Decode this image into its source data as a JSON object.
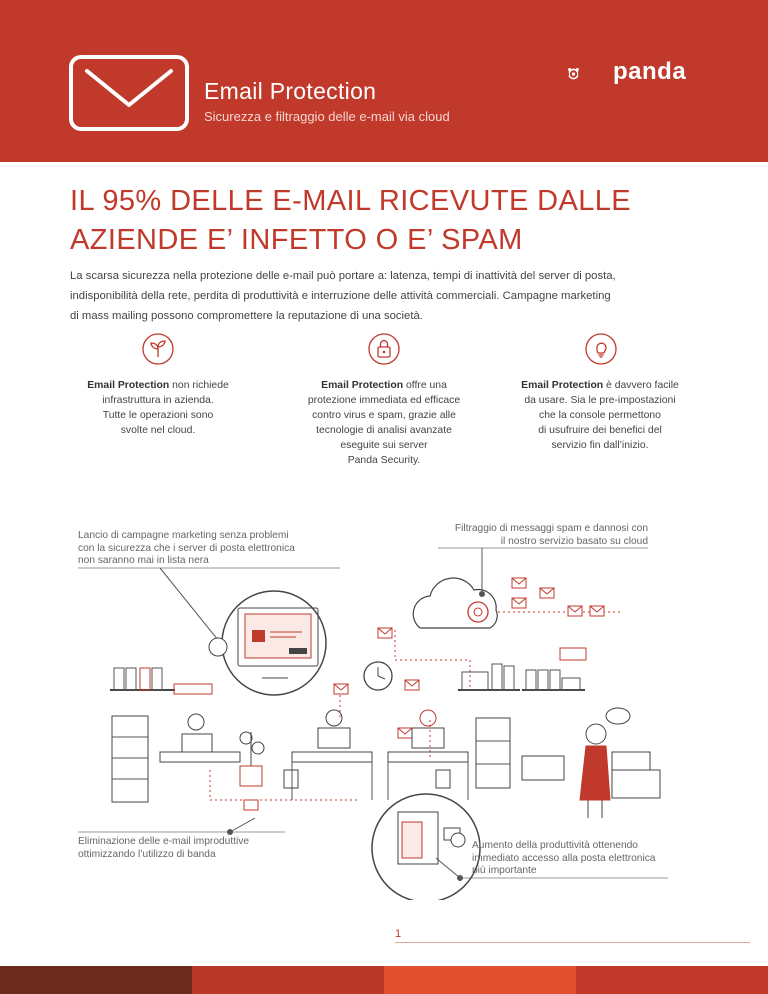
{
  "header": {
    "title": "Email Protection",
    "subtitle": "Sicurezza e filtraggio delle e-mail via cloud",
    "logo_text": "panda",
    "bg_color": "#c0392b"
  },
  "headline": {
    "line1": "IL 95% DELLE E-MAIL RICEVUTE DALLE",
    "line2": "AZIENDE E’ INFETTO O E’ SPAM"
  },
  "intro": {
    "line1": "La scarsa sicurezza nella protezione delle e-mail può portare a: latenza, tempi di inattività del server di posta,",
    "line2": "indisponibilità della rete, perdita di produttività e interruzione delle attività commerciali. Campagne marketing",
    "line3": "di mass mailing possono compromettere la reputazione di una società."
  },
  "features": [
    {
      "icon": "sprout-icon",
      "strong": "Email Protection",
      "line1": " non richiede",
      "line2": "infrastruttura in azienda.",
      "line3": "Tutte le operazioni sono",
      "line4": "svolte nel cloud."
    },
    {
      "icon": "padlock-icon",
      "strong": "Email Protection",
      "line1": " offre una",
      "line2": "protezione immediata ed efficace",
      "line3": "contro virus e spam, grazie alle",
      "line4": "tecnologie di analisi avanzate",
      "line5": "eseguite sui server",
      "line6": "Panda Security."
    },
    {
      "icon": "lightbulb-icon",
      "strong": "Email Protection",
      "line1": " è davvero facile",
      "line2": "da usare. Sia le pre-impostazioni",
      "line3": "che la console permettono",
      "line4": "di usufruire dei benefici del",
      "line5": "servizio fin dall’inizio."
    }
  ],
  "callouts": {
    "marketing": {
      "line1": "Lancio di campagne marketing senza problemi",
      "line2": "con la sicurezza che i server di posta elettronica",
      "line3": "non saranno mai in lista nera"
    },
    "filtering": {
      "line1": "Filtraggio di messaggi spam e dannosi con",
      "line2": "il nostro servizio basato su cloud"
    },
    "bandwidth": {
      "line1": "Eliminazione delle e-mail improduttive",
      "line2": "ottimizzando l’utilizzo di banda"
    },
    "productivity": {
      "line1": "Aumento della produttività ottenendo",
      "line2": "immediato accesso alla posta elettronica",
      "line3": "più importante"
    }
  },
  "page_number": "1",
  "footer_colors": [
    "#6b2a1d",
    "#b8382a",
    "#e0502f",
    "#c0392b"
  ]
}
